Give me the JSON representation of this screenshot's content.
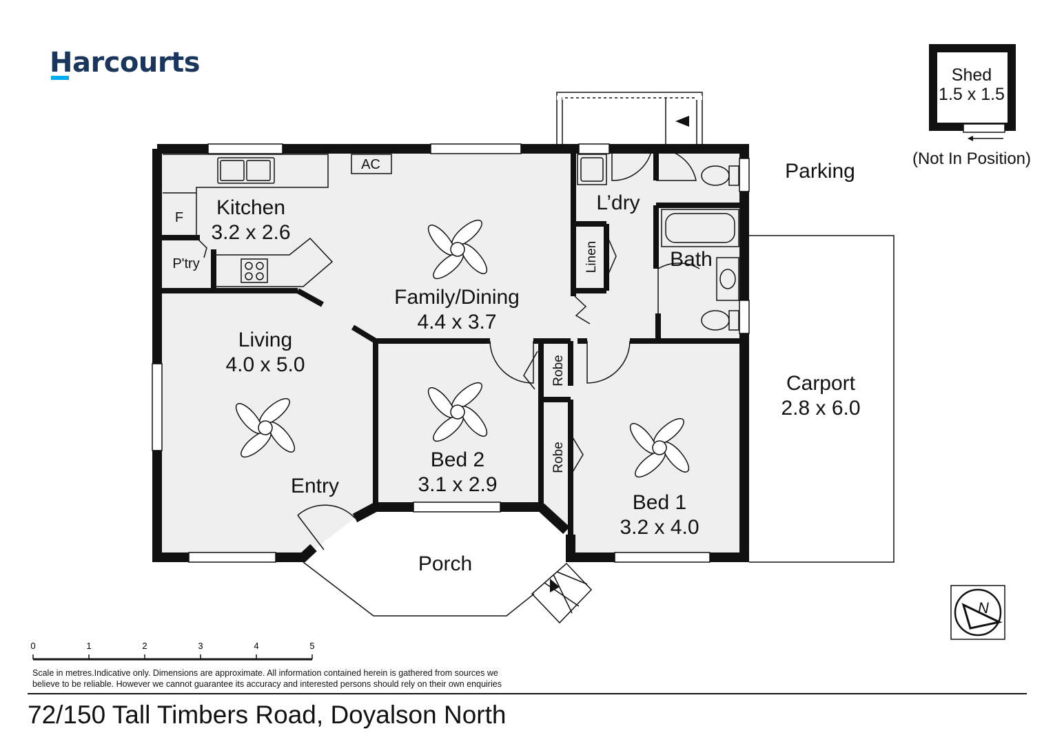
{
  "brand": {
    "logo_text": "Harcourts",
    "primary_color": "#1b365d",
    "accent_color": "#00aeef"
  },
  "rooms": {
    "kitchen": {
      "name": "Kitchen",
      "dims": "3.2 x 2.6"
    },
    "family": {
      "name": "Family/Dining",
      "dims": "4.4 x 3.7"
    },
    "living": {
      "name": "Living",
      "dims": "4.0 x 5.0"
    },
    "bed2": {
      "name": "Bed 2",
      "dims": "3.1 x 2.9"
    },
    "bed1": {
      "name": "Bed 1",
      "dims": "3.2 x 4.0"
    },
    "carport": {
      "name": "Carport",
      "dims": "2.8 x 6.0"
    },
    "shed": {
      "name": "Shed",
      "dims": "1.5 x 1.5",
      "note": "(Not In Position)"
    }
  },
  "labels": {
    "ac": "AC",
    "fridge": "F",
    "pantry": "P'try",
    "laundry": "L’dry",
    "linen": "Linen",
    "bath": "Bath",
    "robe": "Robe",
    "entry": "Entry",
    "porch": "Porch",
    "parking": "Parking",
    "compass_north": "N"
  },
  "scale": {
    "ticks": [
      "0",
      "1",
      "2",
      "3",
      "4",
      "5"
    ],
    "unit": "metres"
  },
  "disclaimer": "Scale in metres.Indicative only. Dimensions are approximate. All information contained herein is gathered from sources we believe to be reliable. However we cannot guarantee its accuracy and interested persons should rely on their own enquiries",
  "address": "72/150 Tall Timbers Road, Doyalson North"
}
